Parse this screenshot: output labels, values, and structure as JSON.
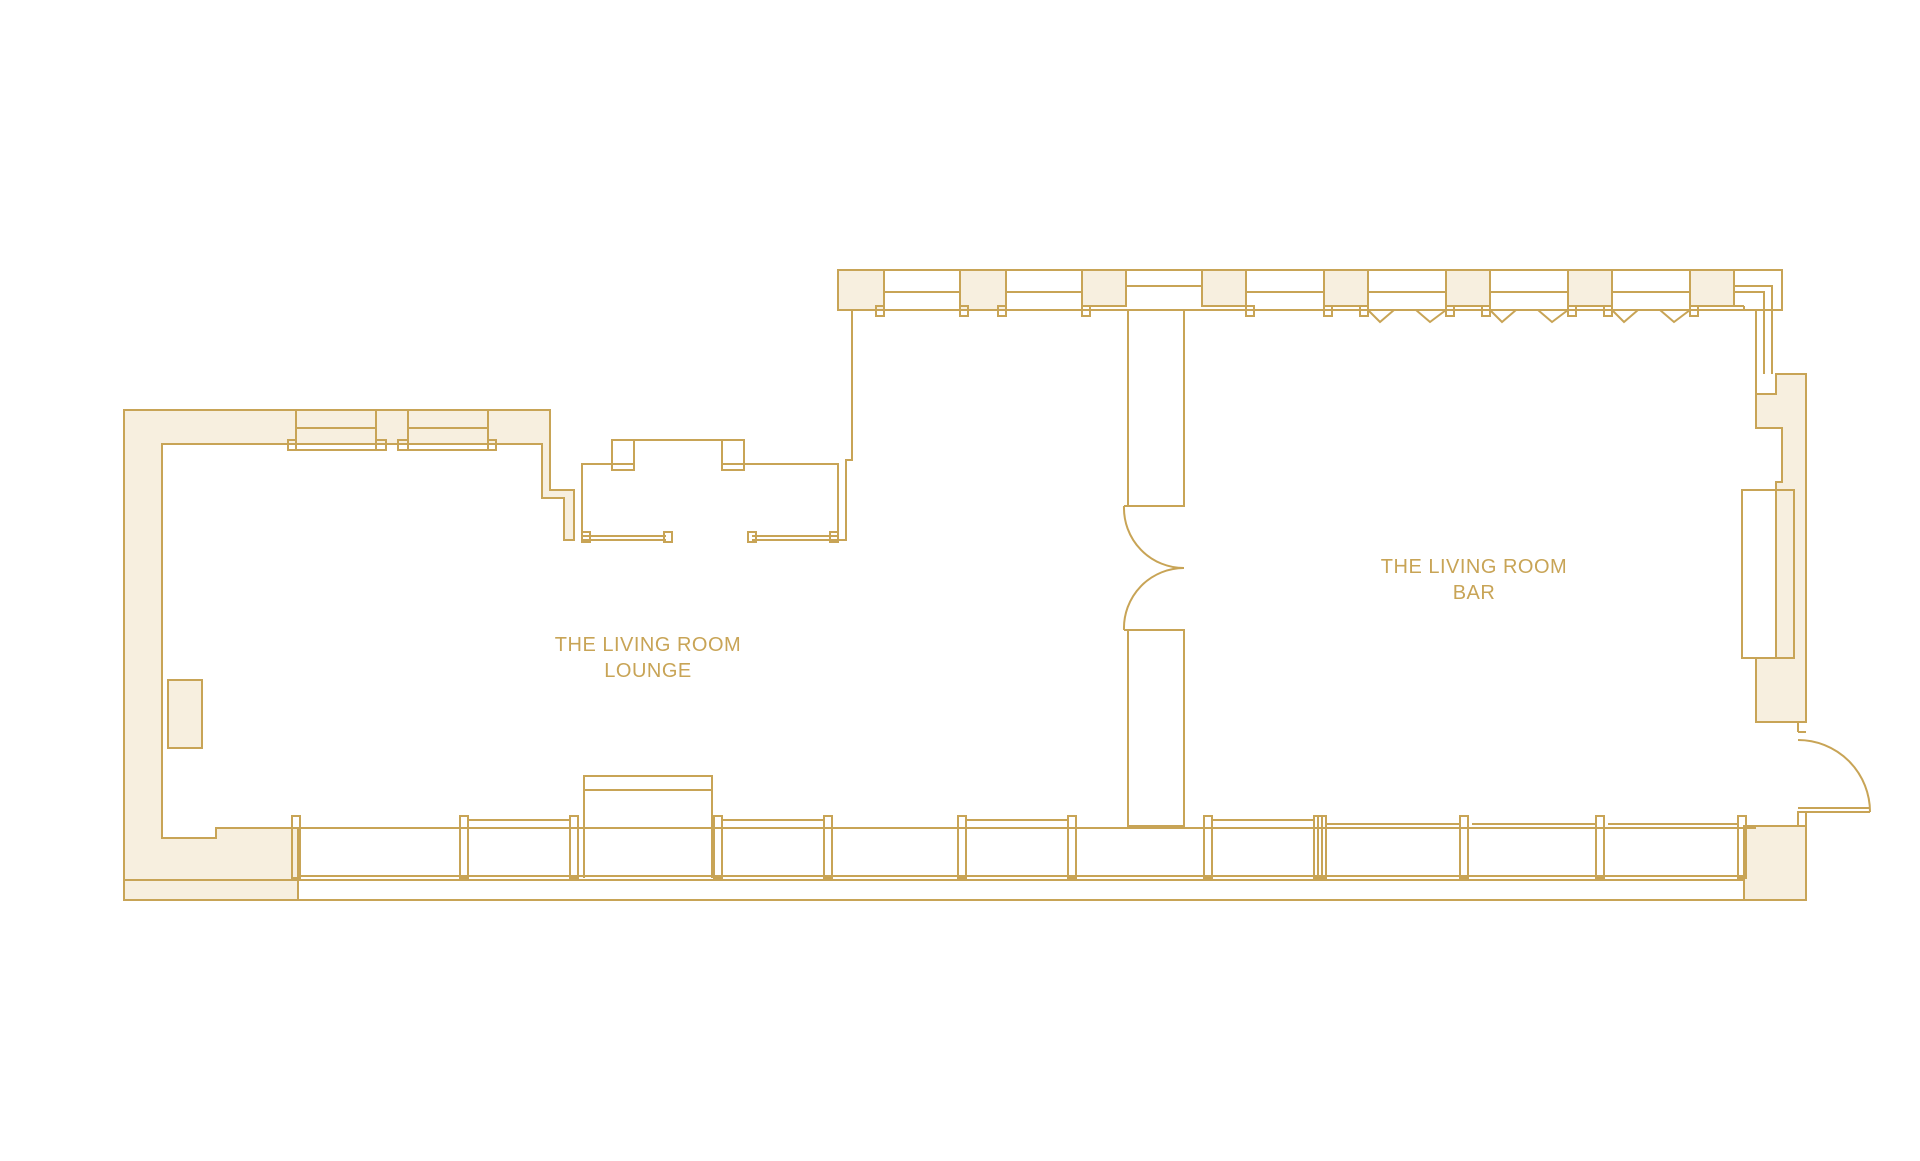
{
  "colors": {
    "line": "#c8a456",
    "fill": "#f7efdf",
    "background": "#ffffff",
    "text": "#c8a456"
  },
  "rooms": [
    {
      "id": "lounge",
      "line1": "THE LIVING ROOM",
      "line2": "LOUNGE"
    },
    {
      "id": "bar",
      "line1": "THE LIVING ROOM",
      "line2": "BAR"
    }
  ]
}
